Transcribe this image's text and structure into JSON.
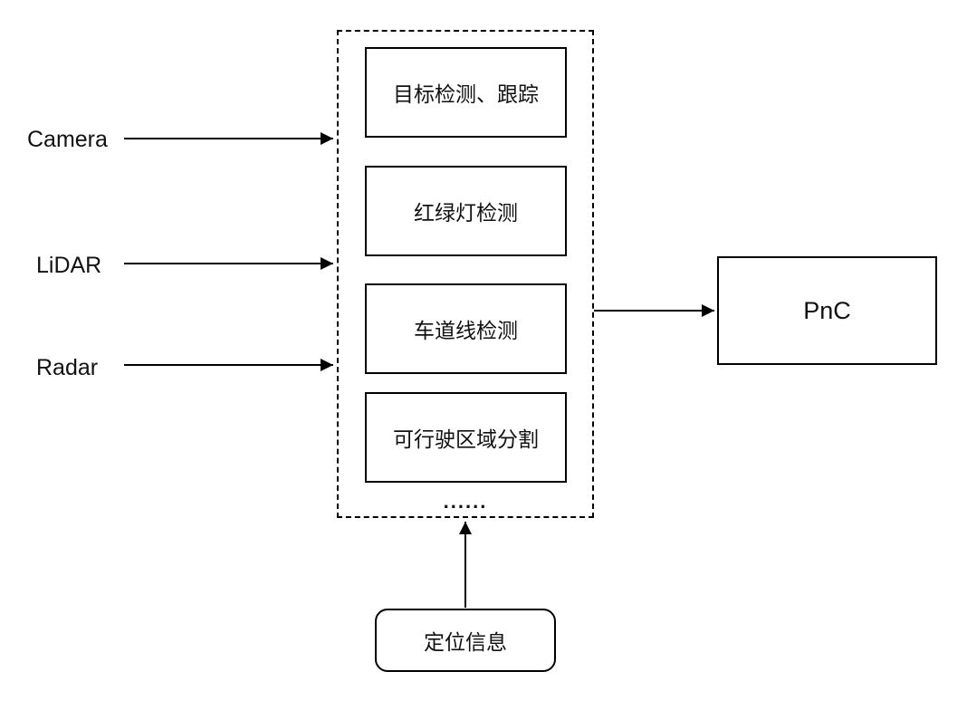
{
  "diagram": {
    "inputs": [
      {
        "label": "Camera"
      },
      {
        "label": "LiDAR"
      },
      {
        "label": "Radar"
      }
    ],
    "perception_modules": [
      {
        "label": "目标检测、跟踪"
      },
      {
        "label": "红绿灯检测"
      },
      {
        "label": "车道线检测"
      },
      {
        "label": "可行驶区域分割"
      }
    ],
    "ellipsis": "......",
    "output": {
      "label": "PnC"
    },
    "bottom_input": {
      "label": "定位信息"
    },
    "colors": {
      "line": "#000000",
      "background": "#ffffff",
      "text": "#111111"
    }
  }
}
